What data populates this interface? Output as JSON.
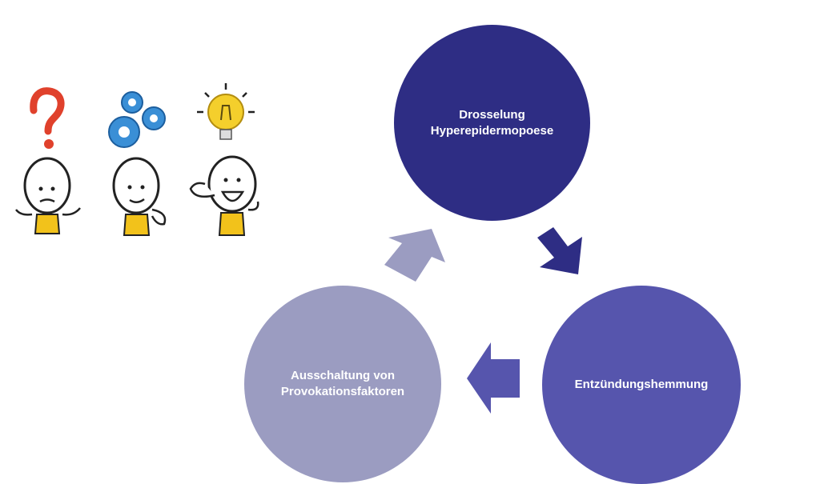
{
  "cycle": {
    "top": {
      "label": "Drosselung\nHyperepidermopoese",
      "color": "#2e2d84"
    },
    "right": {
      "label": "Entzündungshemmung",
      "color": "#5655ad"
    },
    "left": {
      "label": "Ausschaltung von\nProvokationsfaktoren",
      "color": "#9b9cc1"
    }
  },
  "figures": [
    {
      "icon": "question-mark-icon"
    },
    {
      "icon": "gears-icon"
    },
    {
      "icon": "lightbulb-icon"
    }
  ],
  "colors": {
    "question": "#e0412c",
    "gears": "#3a8fd6",
    "bulb": "#f4cf2c",
    "shirt": "#f2c21b"
  }
}
